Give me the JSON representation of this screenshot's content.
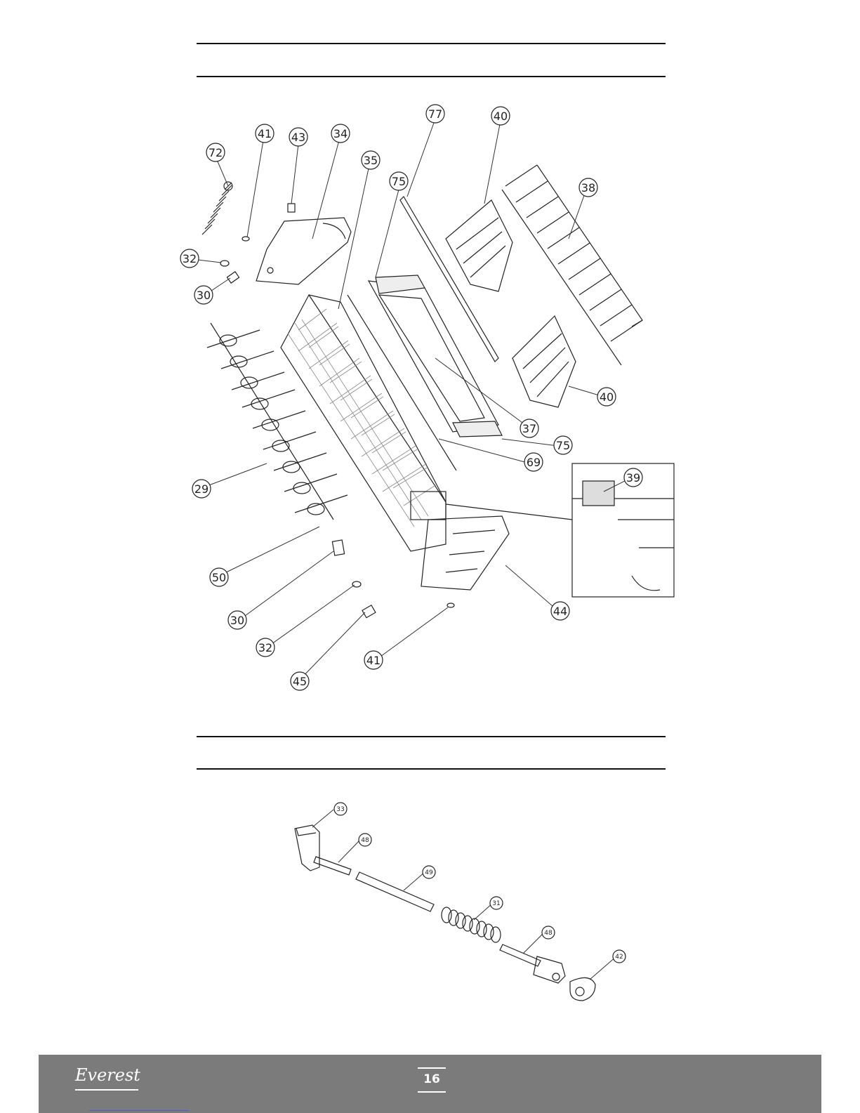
{
  "top_diagram": {
    "callouts": [
      "72",
      "41",
      "43",
      "34",
      "35",
      "75",
      "77",
      "40",
      "38",
      "32",
      "30",
      "29",
      "50",
      "30",
      "32",
      "45",
      "41",
      "44",
      "69",
      "75",
      "37",
      "40",
      "39"
    ]
  },
  "bottom_diagram": {
    "callouts": [
      "33",
      "48",
      "49",
      "31",
      "48",
      "42"
    ]
  },
  "footer": {
    "logo_text": "Everest",
    "page_number": "16",
    "background_color": "#7b7b7b"
  }
}
